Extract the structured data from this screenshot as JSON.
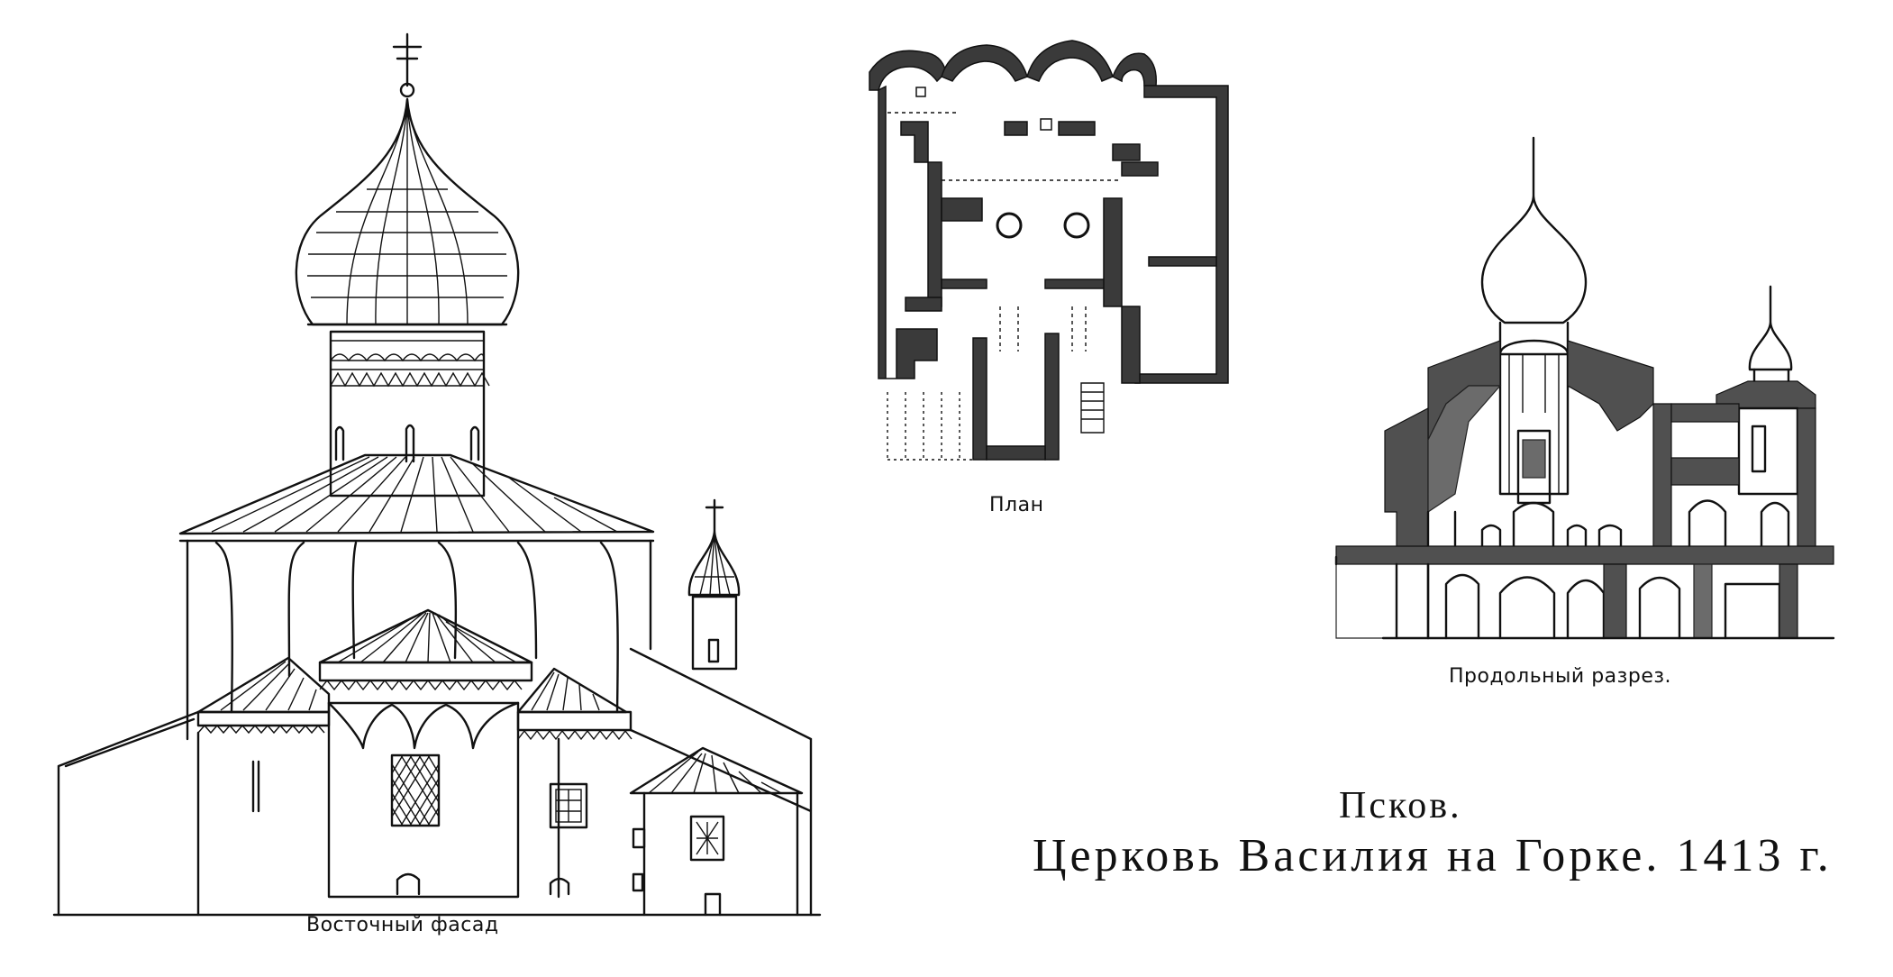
{
  "title": {
    "city": "Псков.",
    "main": "Церковь Василия на Горке. 1413 г."
  },
  "captions": {
    "east_facade": "Восточный фасад",
    "plan": "План",
    "section": "Продольный разрез."
  }
}
